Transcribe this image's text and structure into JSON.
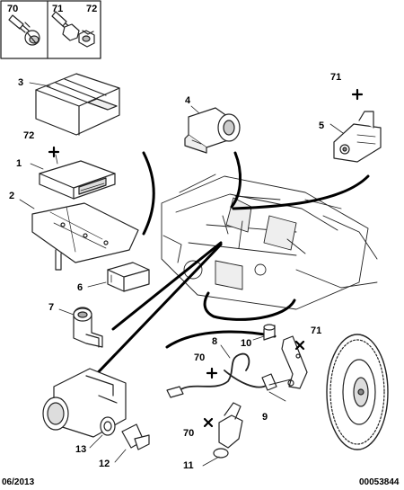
{
  "fastener_box": {
    "labels": [
      "70",
      "71",
      "72"
    ]
  },
  "callouts": {
    "c1": "1",
    "c2": "2",
    "c3": "3",
    "c4": "4",
    "c5": "5",
    "c6": "6",
    "c7": "7",
    "c8": "8",
    "c9": "9",
    "c10": "10",
    "c11": "11",
    "c12": "12",
    "c13": "13",
    "c71_a": "71",
    "c72_a": "72",
    "c71_b": "71",
    "c70_a": "70",
    "c70_b": "70"
  },
  "footer": {
    "date": "06/2013",
    "ref": "00053844"
  }
}
